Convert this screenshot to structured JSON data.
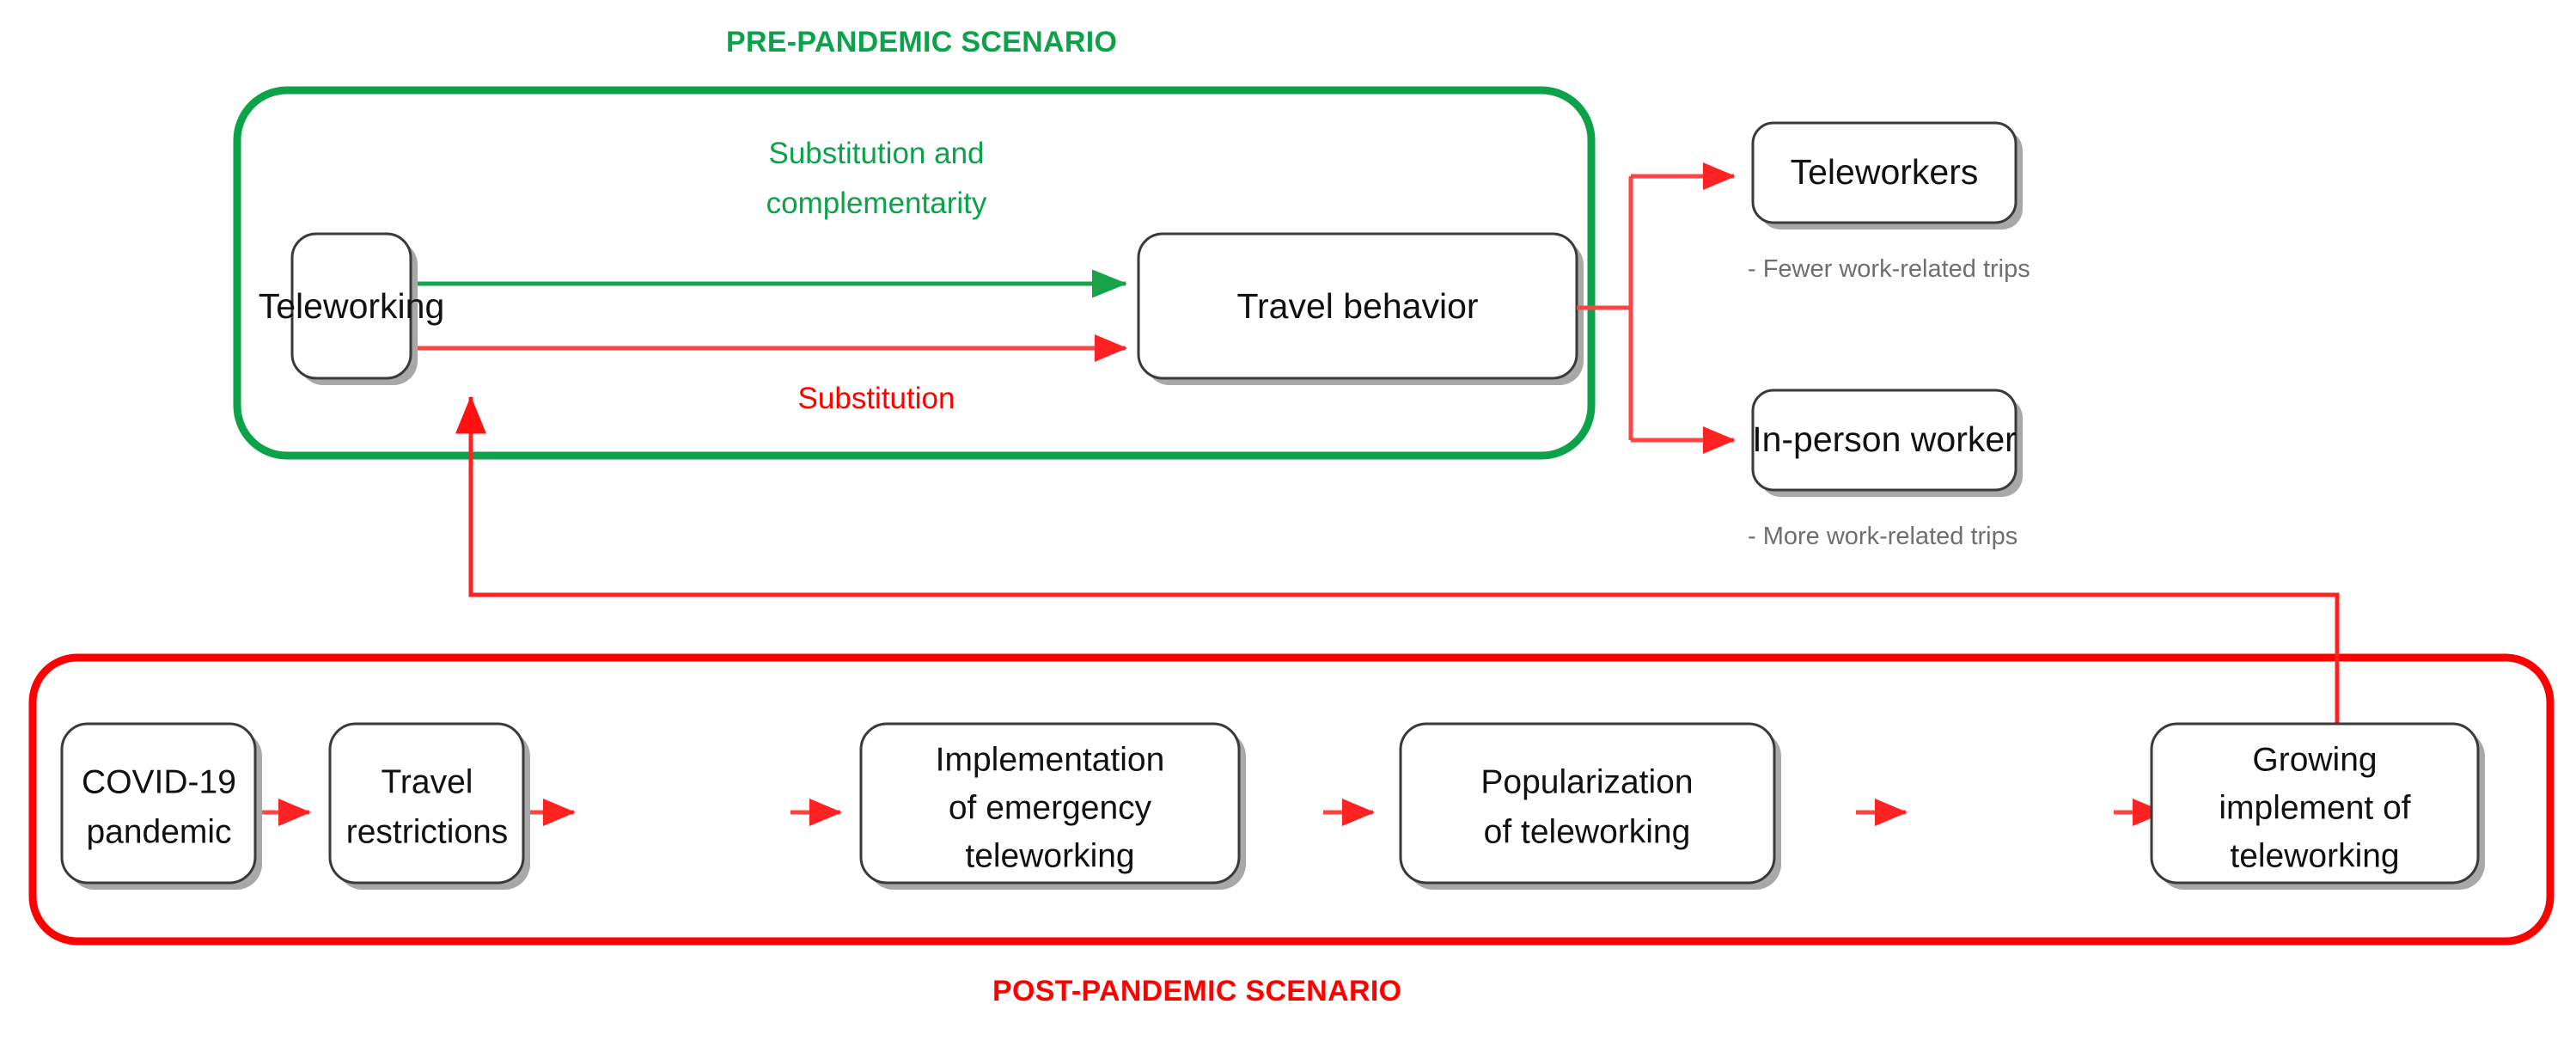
{
  "diagram": {
    "title_top": "PRE-PANDEMIC SCENARIO",
    "title_bottom": "POST-PANDEMIC SCENARIO",
    "colors": {
      "green": "#0CA24A",
      "red": "#FF0000",
      "arrow_red": "#FF4444",
      "box_stroke": "#3A3A3A",
      "note_gray": "#6F6F6F",
      "text": "#111111"
    },
    "pre_pandemic": {
      "nodes": [
        {
          "id": "teleworking",
          "label": "Teleworking"
        },
        {
          "id": "travel-behavior",
          "label": "Travel behavior"
        }
      ],
      "edges": [
        {
          "id": "edge-substitution-complementarity",
          "label_line1": "Substitution and",
          "label_line2": "complementarity",
          "color": "green"
        },
        {
          "id": "edge-substitution",
          "label_line1": "Substitution",
          "label_line2": "",
          "color": "red"
        }
      ]
    },
    "outcomes": [
      {
        "id": "teleworkers",
        "label": "Teleworkers",
        "note": "- Fewer work-related trips"
      },
      {
        "id": "in-person-worker",
        "label": "In-person worker",
        "note": "- More work-related trips"
      }
    ],
    "post_pandemic": {
      "nodes": [
        {
          "id": "covid-19-pandemic",
          "lines": [
            "COVID-19",
            "pandemic"
          ]
        },
        {
          "id": "travel-restrictions",
          "lines": [
            "Travel",
            "restrictions"
          ]
        },
        {
          "id": "implementation-of-emergency-teleworking",
          "lines": [
            "Implementation",
            "of emergency",
            "teleworking"
          ]
        },
        {
          "id": "popularization-of-teleworking",
          "lines": [
            "Popularization",
            "of teleworking"
          ]
        },
        {
          "id": "growing-implement-of-teleworking",
          "lines": [
            "Growing",
            "implement of",
            "teleworking"
          ]
        }
      ]
    }
  }
}
